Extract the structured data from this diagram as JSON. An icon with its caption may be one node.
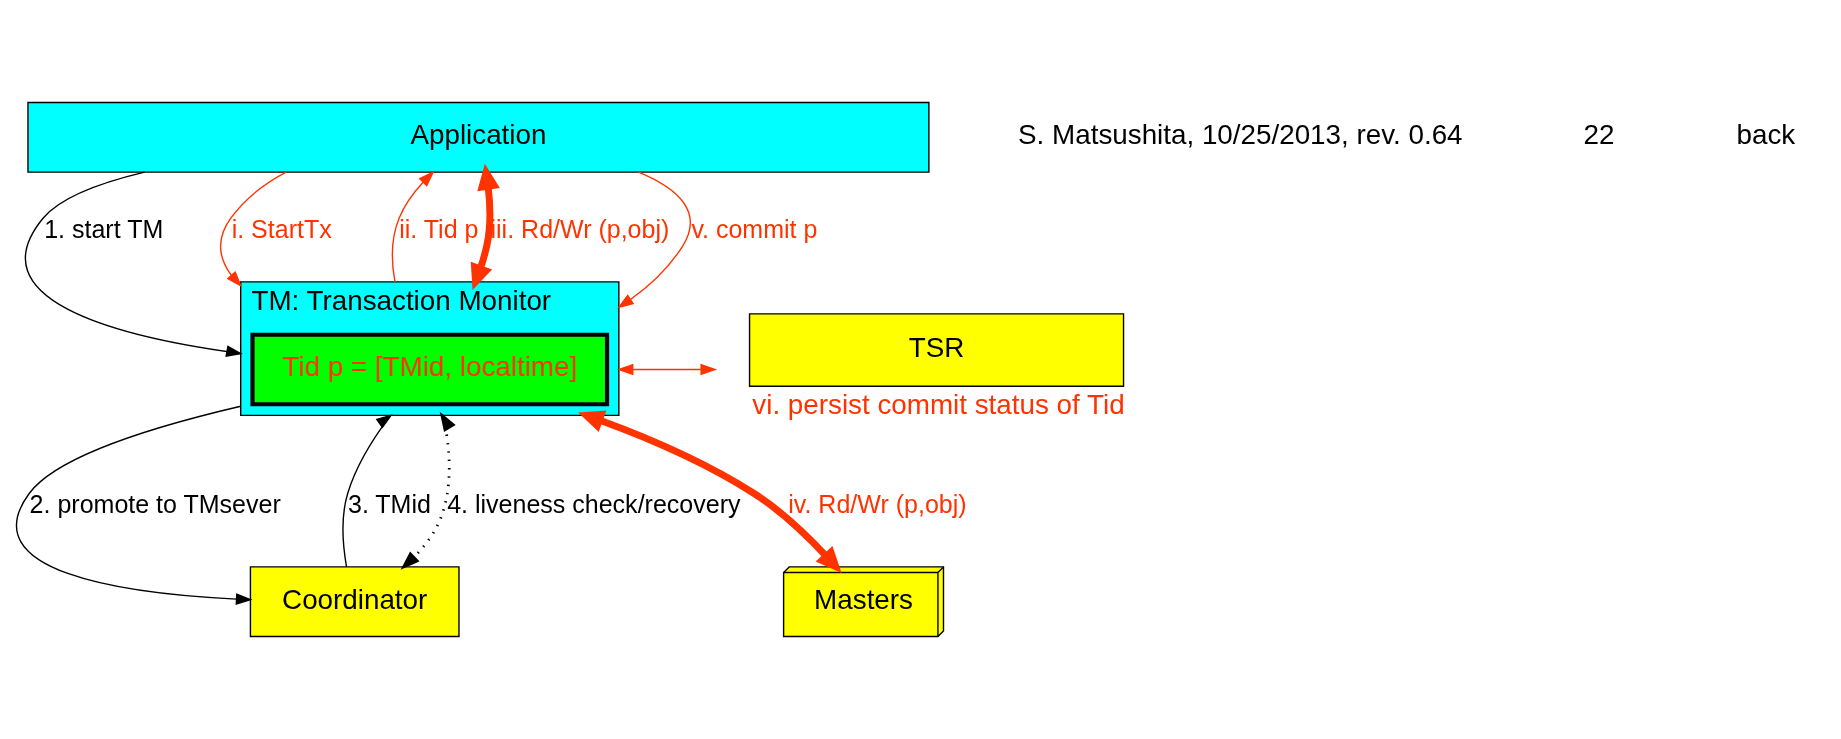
{
  "diagram": {
    "nodes": [
      {
        "text": [
          "Application"
        ]
      },
      {
        "text": [
          "TM: Transaction Monitor"
        ]
      },
      {
        "text": [
          "Tid p = [TMid, localtime]"
        ],
        "in": 1
      },
      {
        "text": [
          "Coordinator"
        ]
      },
      {
        "text": [
          "TSR"
        ],
        "beside": [
          "vi. persist commit status of Tid"
        ]
      },
      {
        "text": [
          "Masters"
        ]
      }
    ],
    "edges": [
      {
        "from": 0,
        "to": 1,
        "arrow": "to",
        "label": "1. start TM",
        "color": "#000000"
      },
      {
        "from": 0,
        "to": 1,
        "arrow": "to",
        "label": "i. StartTx"
      },
      {
        "from": 1,
        "to": 0,
        "arrow": "to",
        "label": "ii. Tid p"
      },
      {
        "from": 0,
        "to": 1,
        "arrow": "both",
        "label": "iii. Rd/Wr (p,obj)",
        "style": "thick"
      },
      {
        "from": 0,
        "to": 1,
        "arrow": "to",
        "label": "v. commit p"
      },
      {
        "from": 1,
        "to": 3,
        "arrow": "to",
        "label": "2. promote to TMsever",
        "color": "#000000"
      },
      {
        "from": 3,
        "to": 1,
        "arrow": "to",
        "label": "3. TMid",
        "color": "#000000"
      },
      {
        "from": 3,
        "to": 1,
        "arrow": "both",
        "label": "4. liveness check/recovery",
        "style": "dashed",
        "color": "#000000"
      },
      {
        "from": 1,
        "to": 5,
        "arrow": "both",
        "label": "iv. Rd/Wr (p,obj)",
        "style": "thick"
      },
      {
        "from": 1,
        "to": 4,
        "arrow": "both"
      }
    ],
    "labels": [
      "S. Matsushita, 10/25/2013, rev. 0.64",
      "22",
      "back"
    ]
  }
}
